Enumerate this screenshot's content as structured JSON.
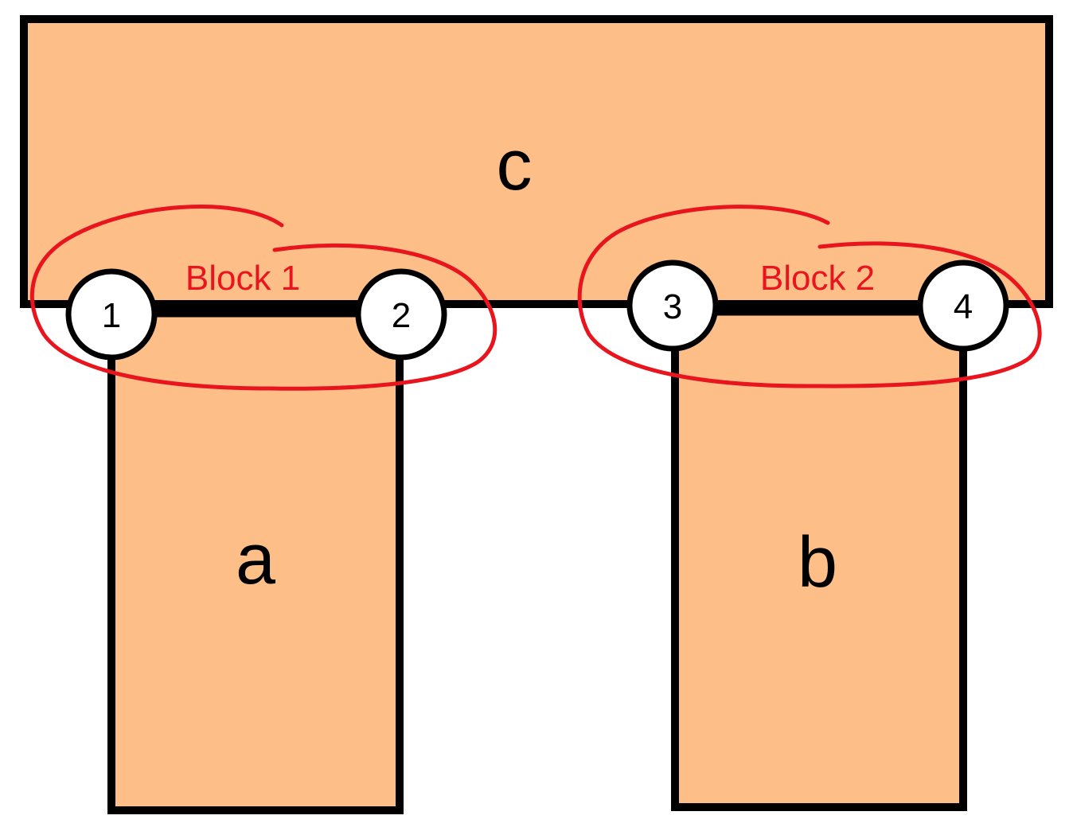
{
  "diagram": {
    "blocks": {
      "c": {
        "label": "c"
      },
      "a": {
        "label": "a"
      },
      "b": {
        "label": "b"
      }
    },
    "nodes": [
      {
        "label": "1"
      },
      {
        "label": "2"
      },
      {
        "label": "3"
      },
      {
        "label": "4"
      }
    ],
    "groups": [
      {
        "label": "Block 1",
        "members": [
          "1",
          "2"
        ]
      },
      {
        "label": "Block 2",
        "members": [
          "3",
          "4"
        ]
      }
    ],
    "colors": {
      "block_fill": "#FDBF87",
      "outline": "#000000",
      "group_ring": "#E8141E",
      "node_fill": "#FFFFFF"
    }
  }
}
